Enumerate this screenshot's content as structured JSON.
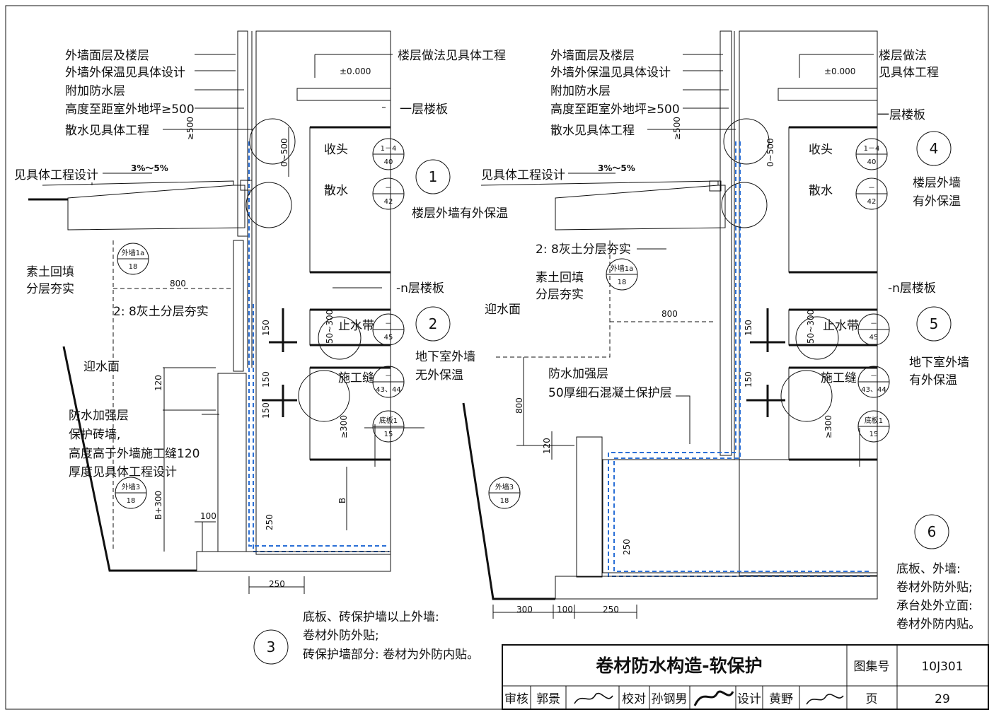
{
  "details": [
    {
      "number": "1",
      "caption": "楼层外墙有外保温"
    },
    {
      "number": "2",
      "caption_lines": [
        "地下室外墙",
        "无外保温"
      ]
    },
    {
      "number": "3",
      "caption_lines": [
        "底板、砖保护墙以上外墙:",
        "卷材外防外贴;",
        "砖保护墙部分: 卷材为外防内贴。"
      ]
    },
    {
      "number": "4",
      "caption_lines": [
        "楼层外墙",
        "有外保温"
      ]
    },
    {
      "number": "5",
      "caption_lines": [
        "地下室外墙",
        "有外保温"
      ]
    },
    {
      "number": "6",
      "caption_lines": [
        "底板、外墙:",
        "卷材外防外贴;",
        "承台处外立面:",
        "卷材外防内贴。"
      ]
    }
  ],
  "left": {
    "notes": [
      "外墙面层及楼层",
      "外墙外保温见具体设计",
      "附加防水层",
      "高度至距室外地坪≥500",
      "散水见具体工程"
    ],
    "see_design": "见具体工程设计",
    "slope": "3%～5%",
    "fill": [
      "素土回填",
      "分层夯实"
    ],
    "lime_soil": "2:  8灰土分层夯实",
    "water_face": "迎水面",
    "protect": [
      "防水加强层",
      "保护砖墙,",
      "高度高于外墙施工缝120",
      "厚度见具体工程设计"
    ],
    "floor_note": "楼层做法见具体工程",
    "elev": "±0.000",
    "first_floor": "一层楼板",
    "n_floor": "-n层楼板",
    "items": [
      "收头",
      "散水",
      "止水带",
      "施工缝"
    ],
    "refs": [
      {
        "top": "1－4",
        "bottom": "40"
      },
      {
        "top": "－",
        "bottom": "42"
      },
      {
        "top": "－",
        "bottom": "45"
      },
      {
        "top": "－",
        "bottom": "43、44"
      },
      {
        "top": "底板1",
        "bottom": "15"
      },
      {
        "top": "外墙1a",
        "bottom": "18"
      },
      {
        "top": "外墙3",
        "bottom": "18"
      }
    ],
    "dims": {
      "d800": "800",
      "d120": "120",
      "dB300": "B+300",
      "d100": "100",
      "d250": "250",
      "d250b": "250",
      "dB": "B",
      "d300": "≥300",
      "d500": "≥500",
      "d500b": "0~500",
      "d150a": "150",
      "d150b": "150",
      "d150c": "150",
      "d50300": "50~300"
    }
  },
  "right": {
    "notes": [
      "外墙面层及楼层",
      "外墙外保温见具体设计",
      "附加防水层",
      "高度至距室外地坪≥500",
      "散水见具体工程"
    ],
    "see_design": "见具体工程设计",
    "slope": "3%～5%",
    "fill": [
      "素土回填",
      "分层夯实"
    ],
    "lime_soil": "2:  8灰土分层夯实",
    "water_face": "迎水面",
    "protect": [
      "防水加强层",
      "50厚细石混凝土保护层"
    ],
    "floor_note": [
      "楼层做法",
      "见具体工程"
    ],
    "elev": "±0.000",
    "first_floor": "一层楼板",
    "n_floor": "-n层楼板",
    "items": [
      "收头",
      "散水",
      "止水带",
      "施工缝"
    ],
    "refs": [
      {
        "top": "1－4",
        "bottom": "40"
      },
      {
        "top": "－",
        "bottom": "42"
      },
      {
        "top": "－",
        "bottom": "45"
      },
      {
        "top": "－",
        "bottom": "43、44"
      },
      {
        "top": "底板1",
        "bottom": "15"
      },
      {
        "top": "外墙1a",
        "bottom": "18"
      },
      {
        "top": "外墙3",
        "bottom": "18"
      }
    ],
    "dims": {
      "d800": "800",
      "d800v": "800",
      "d120": "120",
      "d250": "250",
      "d300": "300",
      "d100": "100",
      "d250b": "250",
      "d300b": "≥300",
      "d500": "≥500",
      "d500b": "0~500",
      "d150a": "150",
      "d150b": "150",
      "d50300": "50~300"
    }
  },
  "titleblock": {
    "title": "卷材防水构造-软保护",
    "atlas_label": "图集号",
    "atlas_no": "10J301",
    "review_label": "审核",
    "reviewer": "郭景",
    "check_label": "校对",
    "checker": "孙钢男",
    "design_label": "设计",
    "designer": "黄野",
    "page_label": "页",
    "page_no": "29"
  },
  "colors": {
    "membrane": "#2a6fd6",
    "line": "#111111"
  }
}
